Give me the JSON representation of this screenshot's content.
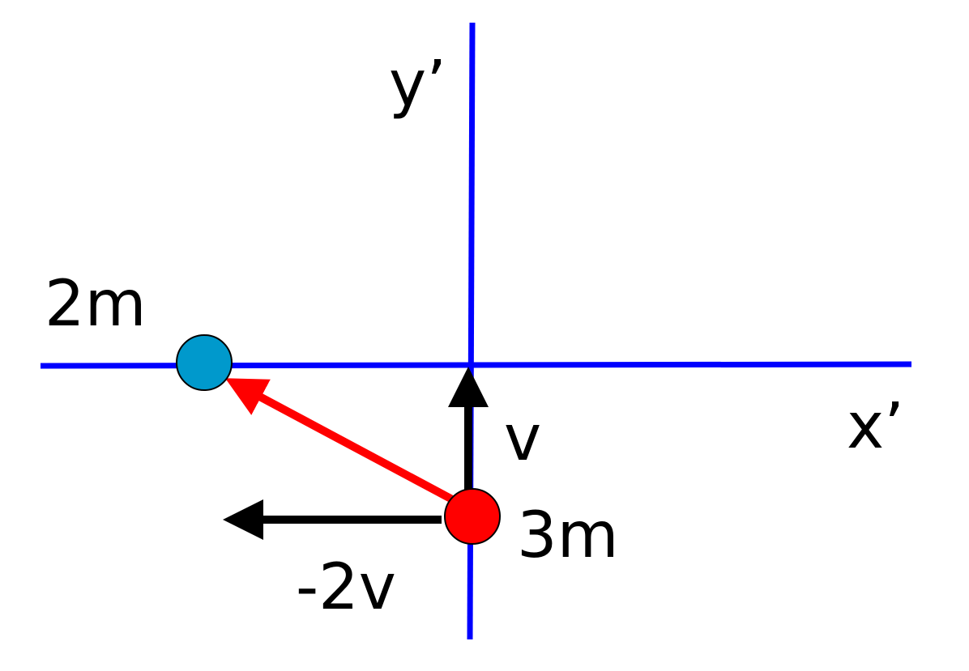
{
  "diagram": {
    "axis_labels": {
      "y": "y’",
      "x": "x’"
    },
    "masses": {
      "left": "2m",
      "right": "3m"
    },
    "velocities": {
      "up": "v",
      "left": "-2v"
    },
    "colors": {
      "axes": "#0000ff",
      "mass_2m": "#0099cc",
      "mass_3m": "#ff0000",
      "relative_arrow": "#ff0000",
      "velocity_arrows": "#000000"
    }
  }
}
